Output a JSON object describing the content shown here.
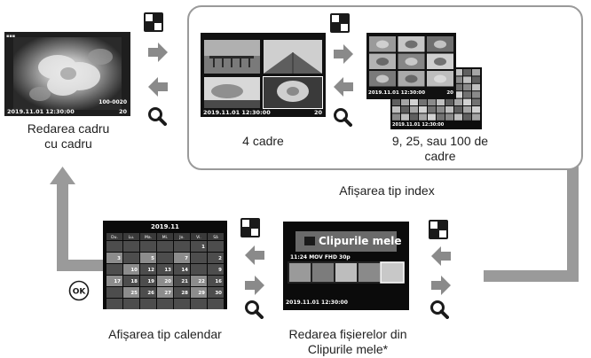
{
  "captions": {
    "single": [
      "Redarea cadru",
      "cu cadru"
    ],
    "four": "4 cadre",
    "multi": [
      "9, 25, sau 100 de",
      "cadre"
    ],
    "index_group": "Afișarea tip index",
    "calendar": "Afișarea tip calendar",
    "clips": [
      "Redarea fișierelor din",
      "Clipurile mele*"
    ]
  },
  "screens": {
    "single": {
      "timestamp": "2019.11.01 12:30:00",
      "number": "20",
      "info": "100-0020"
    },
    "four": {
      "timestamp": "2019.11.01 12:30:00",
      "number": "20"
    },
    "multi": {
      "timestamp": "2019.11.01 12:30:00",
      "number": "20",
      "back_timestamp": "2019.11.01 12:30:00"
    },
    "calendar": {
      "month": "2019.11",
      "weekdays": [
        "Du.",
        "Lu.",
        "Ma.",
        "Mi.",
        "Jo.",
        "Vi.",
        "Sâ"
      ],
      "weeks": [
        [
          "",
          "",
          "",
          "",
          "",
          "1",
          ""
        ],
        [
          "3",
          "",
          "5",
          "",
          "7",
          "",
          "2"
        ],
        [
          "",
          "10",
          "12",
          "13",
          "14",
          "",
          "9"
        ],
        [
          "17",
          "18",
          "19",
          "20",
          "21",
          "22",
          "16"
        ],
        [
          "",
          "25",
          "26",
          "27",
          "28",
          "29",
          "30"
        ],
        [
          "",
          "",
          "",
          "",
          "",
          "",
          ""
        ]
      ]
    },
    "clips": {
      "title": "Clipurile mele",
      "info": "11:24 MOV FHD 30p",
      "timestamp": "2019.11.01 12:30:00"
    }
  },
  "colors": {
    "frame_gray": "#9a9a9a",
    "arrow_gray": "#8a8a8a",
    "screen_bg": "#0a0a0a"
  },
  "icons": [
    "index-button-icon",
    "zoom-button-icon",
    "ok-button-icon",
    "arrow-right-icon",
    "arrow-left-icon"
  ]
}
